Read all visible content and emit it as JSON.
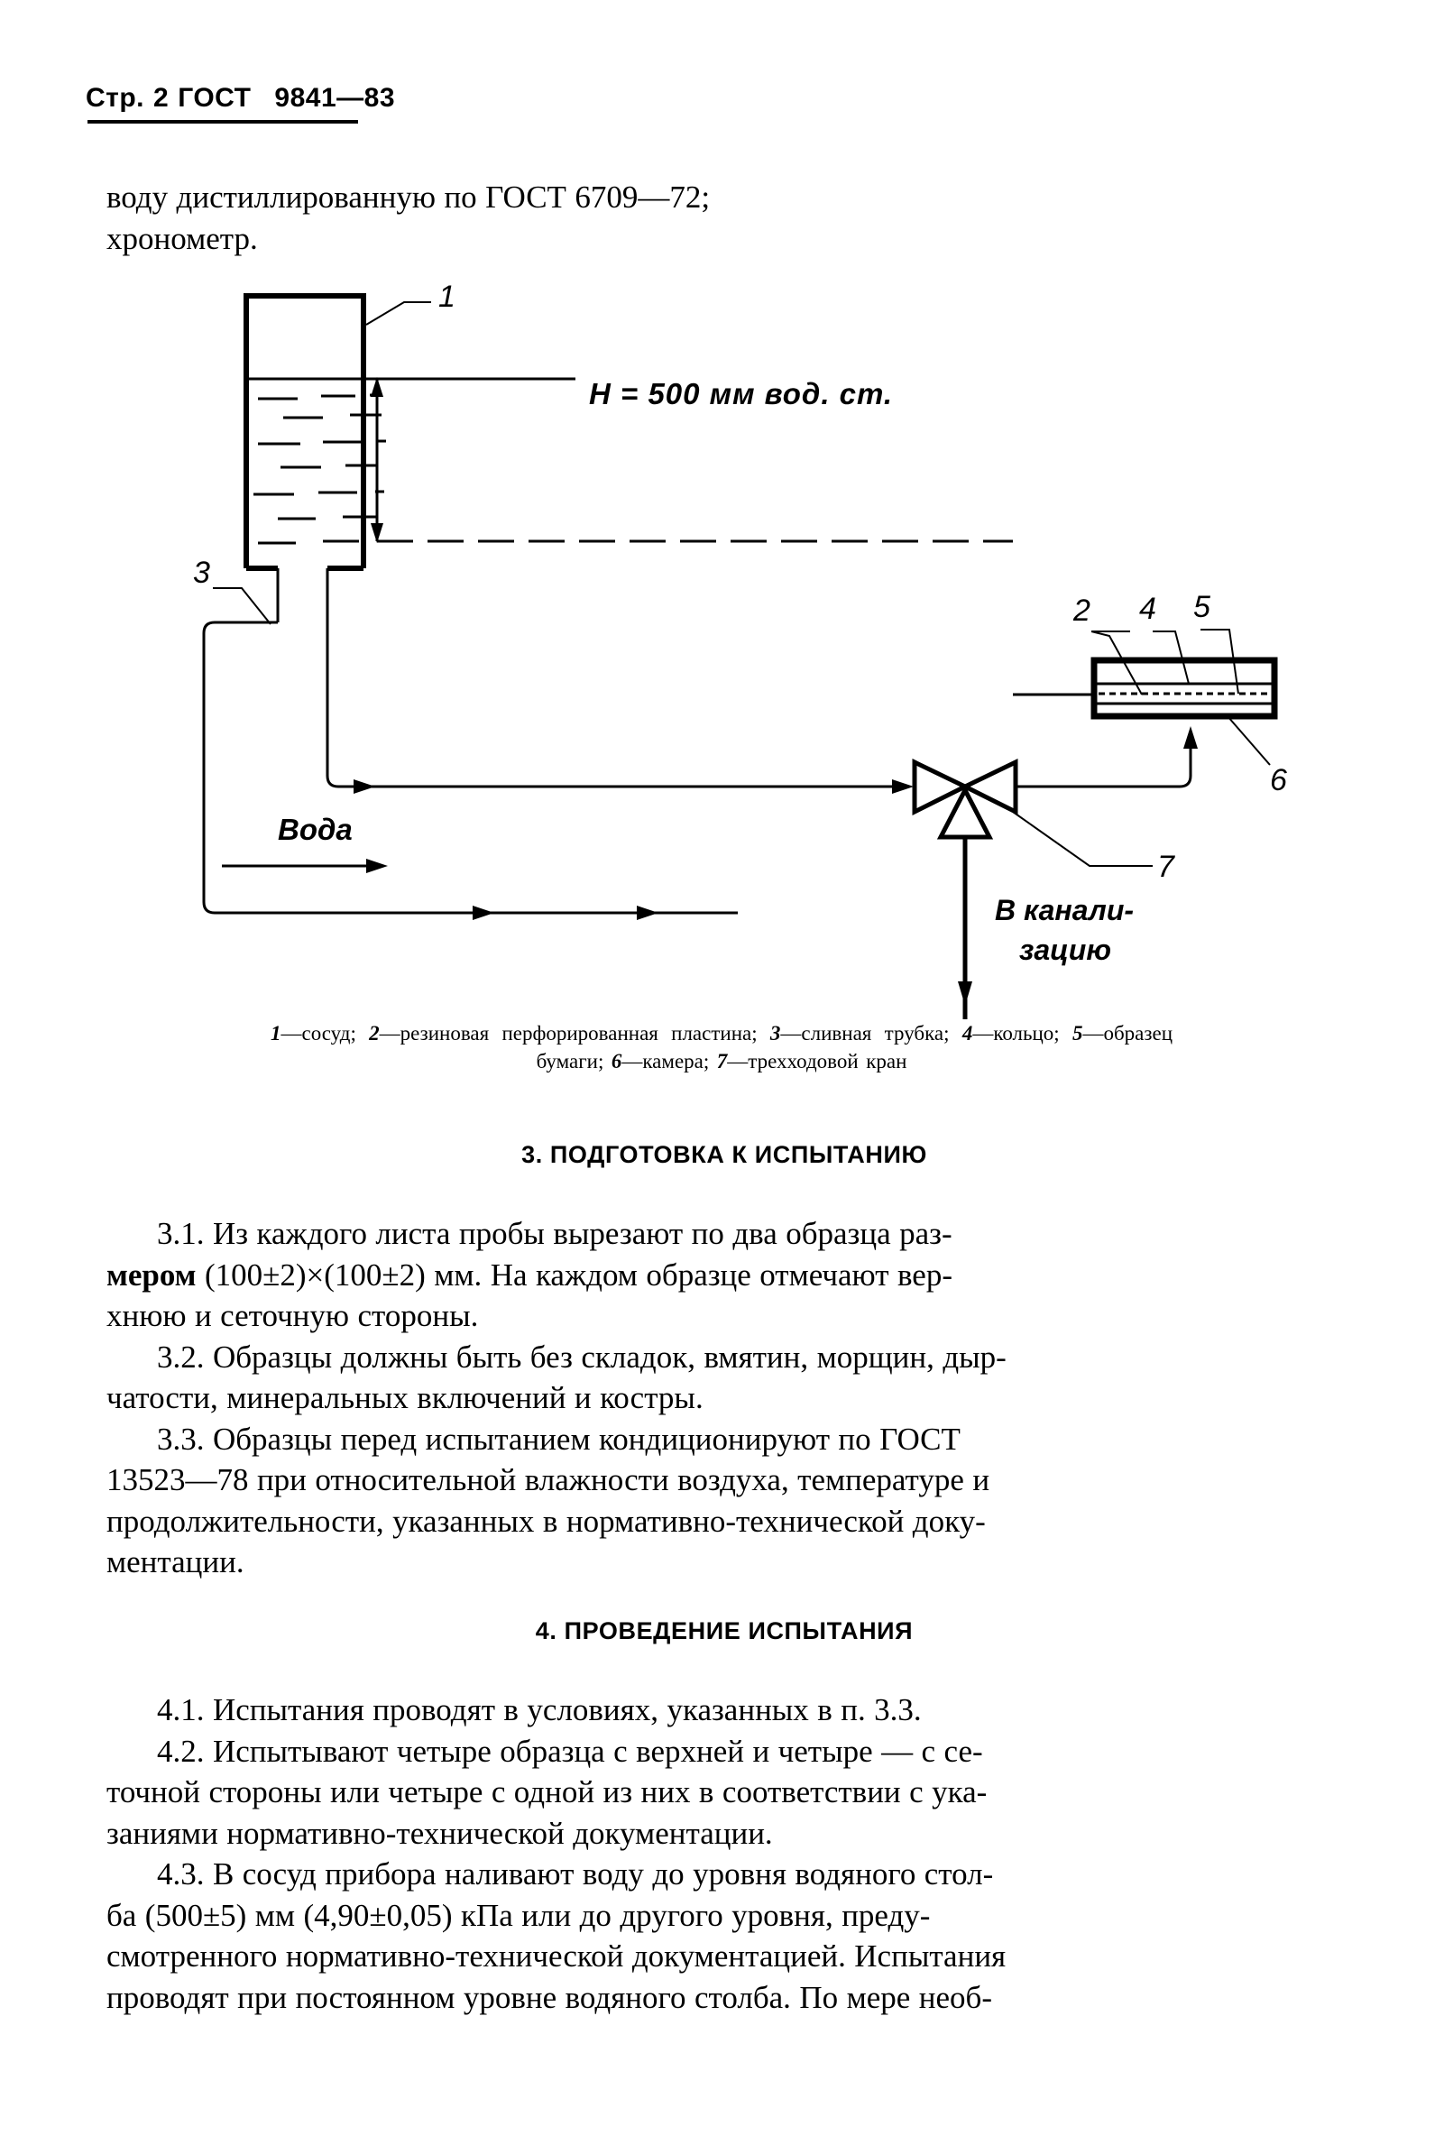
{
  "header": {
    "page_label": "Стр.",
    "page_number": "2",
    "standard": "ГОСТ",
    "standard_number": "9841—83"
  },
  "intro": {
    "line1": "воду дистиллированную по ГОСТ 6709—72;",
    "line2": "хронометр."
  },
  "figure": {
    "dimension_label": "H = 500 мм вод. ст.",
    "inlet_label": "Вода",
    "drain_label_line1": "В канали-",
    "drain_label_line2": "зацию",
    "callouts": {
      "vessel": "1",
      "rubber_plate": "2",
      "drain_tube": "3",
      "ring": "4",
      "paper_sample": "5",
      "chamber": "6",
      "valve": "7"
    },
    "caption": "1—сосуд; 2—резиновая перфорированная пластина; 3—сливная трубка; 4—кольцо; 5—образец бумаги; 6—камера; 7—трехходовой кран",
    "caption_parts": [
      {
        "num": "1",
        "text": "—сосуд; "
      },
      {
        "num": "2",
        "text": "—резиновая перфорированная пластина; "
      },
      {
        "num": "3",
        "text": "—сливная трубка; "
      },
      {
        "num": "4",
        "text": "—кольцо; "
      },
      {
        "num": "5",
        "text": "—образец бумаги; "
      },
      {
        "num": "6",
        "text": "—камера; "
      },
      {
        "num": "7",
        "text": "—трехходовой кран"
      }
    ]
  },
  "sections": [
    {
      "heading": "3. ПОДГОТОВКА К ИСПЫТАНИЮ",
      "paragraphs": [
        {
          "number": "3.1.",
          "lead": " Из каждого листа пробы вырезают по два образца раз",
          "bold_run": "мером",
          "text": "3.1. Из каждого листа пробы вырезают по два образца размером (100±2)×(100±2) мм. На каждом образце отмечают верхнюю и сеточную стороны."
        },
        {
          "number": "3.2.",
          "text": "3.2. Образцы должны быть без складок, вмятин, морщин, дырчатости, минеральных включений и костры."
        },
        {
          "number": "3.3.",
          "text": "3.3. Образцы перед испытанием кондиционируют по ГОСТ 13523—78 при относительной влажности воздуха, температуре и продолжительности, указанных в нормативно-технической документации."
        }
      ]
    },
    {
      "heading": "4. ПРОВЕДЕНИЕ ИСПЫТАНИЯ",
      "paragraphs": [
        {
          "number": "4.1.",
          "text": "4.1. Испытания проводят в условиях, указанных в п. 3.3."
        },
        {
          "number": "4.2.",
          "text": "4.2. Испытывают четыре образца с верхней и четыре — с сеточной стороны или четыре с одной из них в соответствии с указаниями нормативно-технической документации."
        },
        {
          "number": "4.3.",
          "text": "4.3. В сосуд прибора наливают воду до уровня водяного столба (500±5) мм (4,90±0,05) кПа или до другого уровня, предусмотренного нормативно-технической документацией. Испытания проводят при постоянном уровне водяного столба. По мере необ-"
        }
      ]
    }
  ],
  "lines": {
    "p31_l1": "3.1. Из каждого листа пробы вырезают по два образца раз-",
    "p31_l2a": "мером",
    "p31_l2b": " (100±2)×(100±2) мм. На каждом образце отмечают вер-",
    "p31_l3": "хнюю и сеточную стороны.",
    "p32_l1": "3.2. Образцы должны быть без складок, вмятин, морщин, дыр-",
    "p32_l2": "чатости, минеральных включений и костры.",
    "p33_l1": "3.3. Образцы перед испытанием кондиционируют по    ГОСТ",
    "p33_l2": "13523—78 при относительной влажности воздуха, температуре и",
    "p33_l3": "продолжительности, указанных в нормативно-технической доку-",
    "p33_l4": "ментации.",
    "p41_l1": "4.1. Испытания проводят в условиях, указанных в п. 3.3.",
    "p42_l1": "4.2. Испытывают четыре образца с верхней и четыре — с се-",
    "p42_l2": "точной стороны или четыре с одной из них в соответствии с ука-",
    "p42_l3": "заниями нормативно-технической  документации.",
    "p43_l1": "4.3. В сосуд прибора наливают воду до уровня водяного стол-",
    "p43_l2": "ба (500±5) мм (4,90±0,05) кПа или до другого уровня, преду-",
    "p43_l3": "смотренного  нормативно-технической документацией. Испытания",
    "p43_l4": "проводят при постоянном уровне водяного столба. По мере необ-"
  },
  "colors": {
    "ink": "#000000",
    "paper": "#ffffff"
  }
}
